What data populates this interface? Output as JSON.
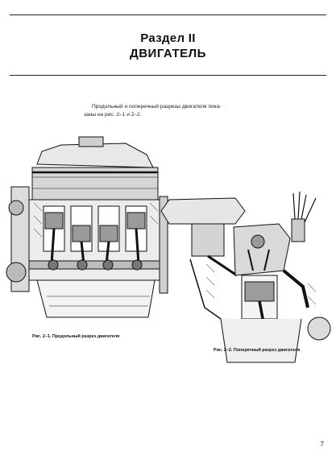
{
  "section": {
    "label": "Раздел II",
    "title": "ДВИГАТЕЛЬ"
  },
  "intro": {
    "line1": "Продольный и поперечный разрезы двигателя пока-",
    "line2": "заны на рис. 2–1 и 2–2."
  },
  "figures": [
    {
      "caption": "Рис. 2–1. Продольный разрез двигателя"
    },
    {
      "caption": "Рис. 2–2. Поперечный разрез двигателя"
    }
  ],
  "page_number": "7"
}
